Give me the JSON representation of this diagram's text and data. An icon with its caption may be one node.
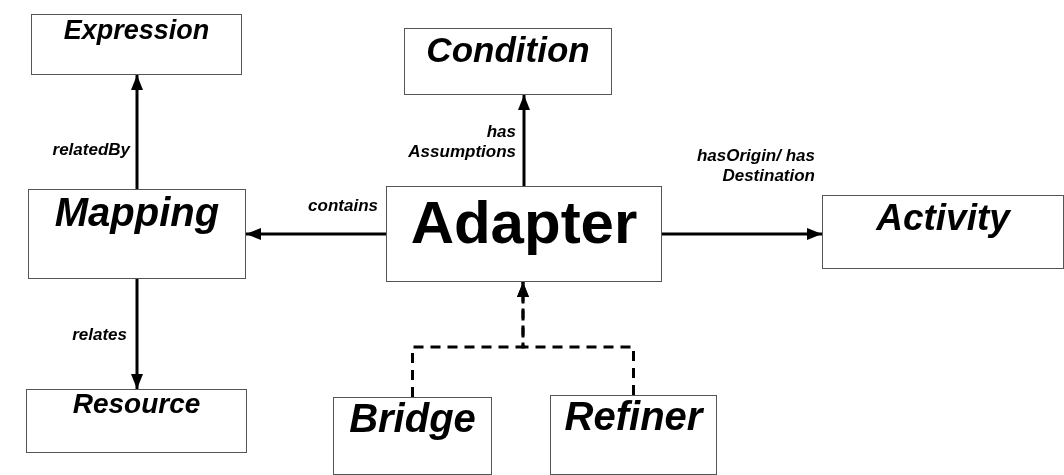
{
  "diagram": {
    "nodes": [
      {
        "text": [
          "Expression"
        ]
      },
      {
        "text": [
          "Condition"
        ]
      },
      {
        "text": [
          "Mapping"
        ]
      },
      {
        "text": [
          "Adapter"
        ]
      },
      {
        "text": [
          "Activity"
        ]
      },
      {
        "text": [
          "Resource"
        ]
      },
      {
        "text": [
          "Bridge"
        ]
      },
      {
        "text": [
          "Refiner"
        ]
      }
    ],
    "edges": [
      {
        "from": 2,
        "to": 0,
        "arrow": "to",
        "label": "relatedBy"
      },
      {
        "from": 3,
        "to": 1,
        "arrow": "to",
        "label": "has Assumptions"
      },
      {
        "from": 3,
        "to": 2,
        "arrow": "to",
        "label": "contains"
      },
      {
        "from": 3,
        "to": 4,
        "arrow": "to",
        "label": "hasOrigin/ has Destination"
      },
      {
        "from": 2,
        "to": 5,
        "arrow": "to",
        "label": "relates"
      },
      {
        "from": 6,
        "to": 3,
        "arrow": "to",
        "style": "dashed"
      },
      {
        "from": 7,
        "to": 3,
        "arrow": "to",
        "style": "dashed"
      }
    ]
  }
}
